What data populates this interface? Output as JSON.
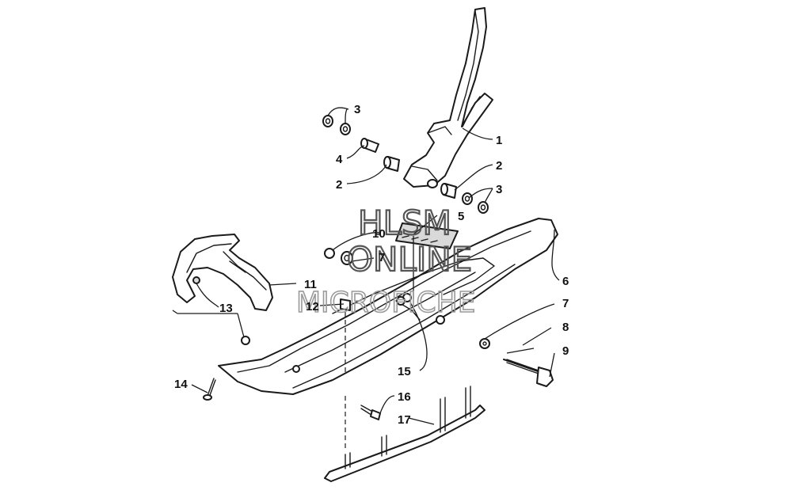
{
  "watermark": {
    "line1": "HLSM",
    "line2": "ONLINE",
    "line3": "MICROFICHE"
  },
  "callouts": [
    {
      "id": "c-1",
      "label": "1"
    },
    {
      "id": "c-2a",
      "label": "2"
    },
    {
      "id": "c-2b",
      "label": "2"
    },
    {
      "id": "c-3a",
      "label": "3"
    },
    {
      "id": "c-3b",
      "label": "3"
    },
    {
      "id": "c-4",
      "label": "4"
    },
    {
      "id": "c-5",
      "label": "5"
    },
    {
      "id": "c-6",
      "label": "6"
    },
    {
      "id": "c-7a",
      "label": "7"
    },
    {
      "id": "c-7b",
      "label": "7"
    },
    {
      "id": "c-8",
      "label": "8"
    },
    {
      "id": "c-9",
      "label": "9"
    },
    {
      "id": "c-10",
      "label": "10"
    },
    {
      "id": "c-11",
      "label": "11"
    },
    {
      "id": "c-12",
      "label": "12"
    },
    {
      "id": "c-13",
      "label": "13"
    },
    {
      "id": "c-14",
      "label": "14"
    },
    {
      "id": "c-15",
      "label": "15"
    },
    {
      "id": "c-16",
      "label": "16"
    },
    {
      "id": "c-17",
      "label": "17"
    }
  ]
}
